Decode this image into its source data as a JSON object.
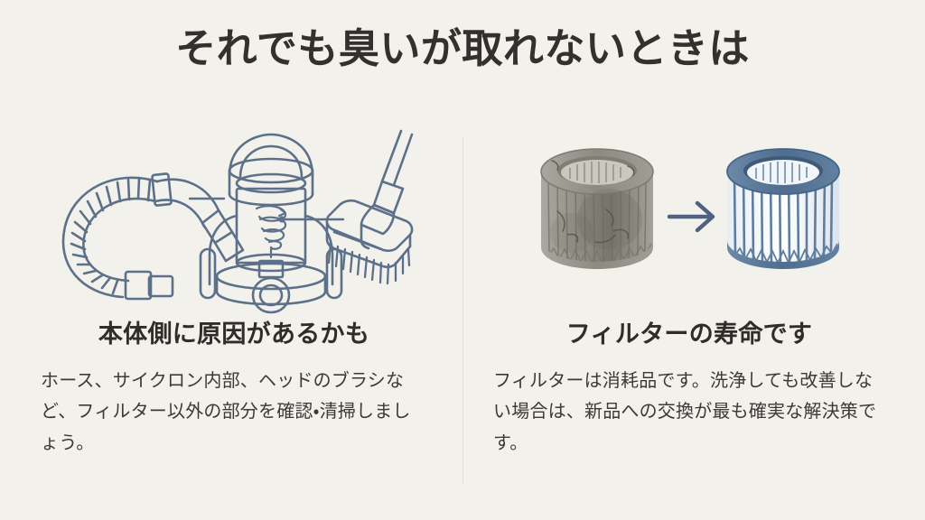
{
  "slide": {
    "title": "それでも臭いが取れないときは",
    "background_color": "#f2f1ec",
    "title_color": "#33312e"
  },
  "columns": [
    {
      "id": "body-side",
      "figure_name": "vacuum-parts-illustration",
      "figure_caption": "ホース・サイクロン本体・ヘッドブラシの線画",
      "heading": "本体側に原因があるかも",
      "body": "ホース、サイクロン内部、ヘッドのブラシなど、フィルター以外の部分を確認・清掃しましょう。",
      "line_color": "#5c7189"
    },
    {
      "id": "filter-life",
      "figure_name": "filter-replacement-illustration",
      "figure_caption": "汚れたフィルターから新品フィルターへの交換",
      "heading": "フィルターの寿命です",
      "body": "フィルターは消耗品です。洗浄しても改善しない場合は、新品への交換が最も確実な解決策です。",
      "dirty_filter_color": "#9a9a93",
      "clean_filter_color": "#5c7a9b",
      "arrow_color": "#4d6480"
    }
  ],
  "divider": {
    "color": "#e0dfd9"
  }
}
